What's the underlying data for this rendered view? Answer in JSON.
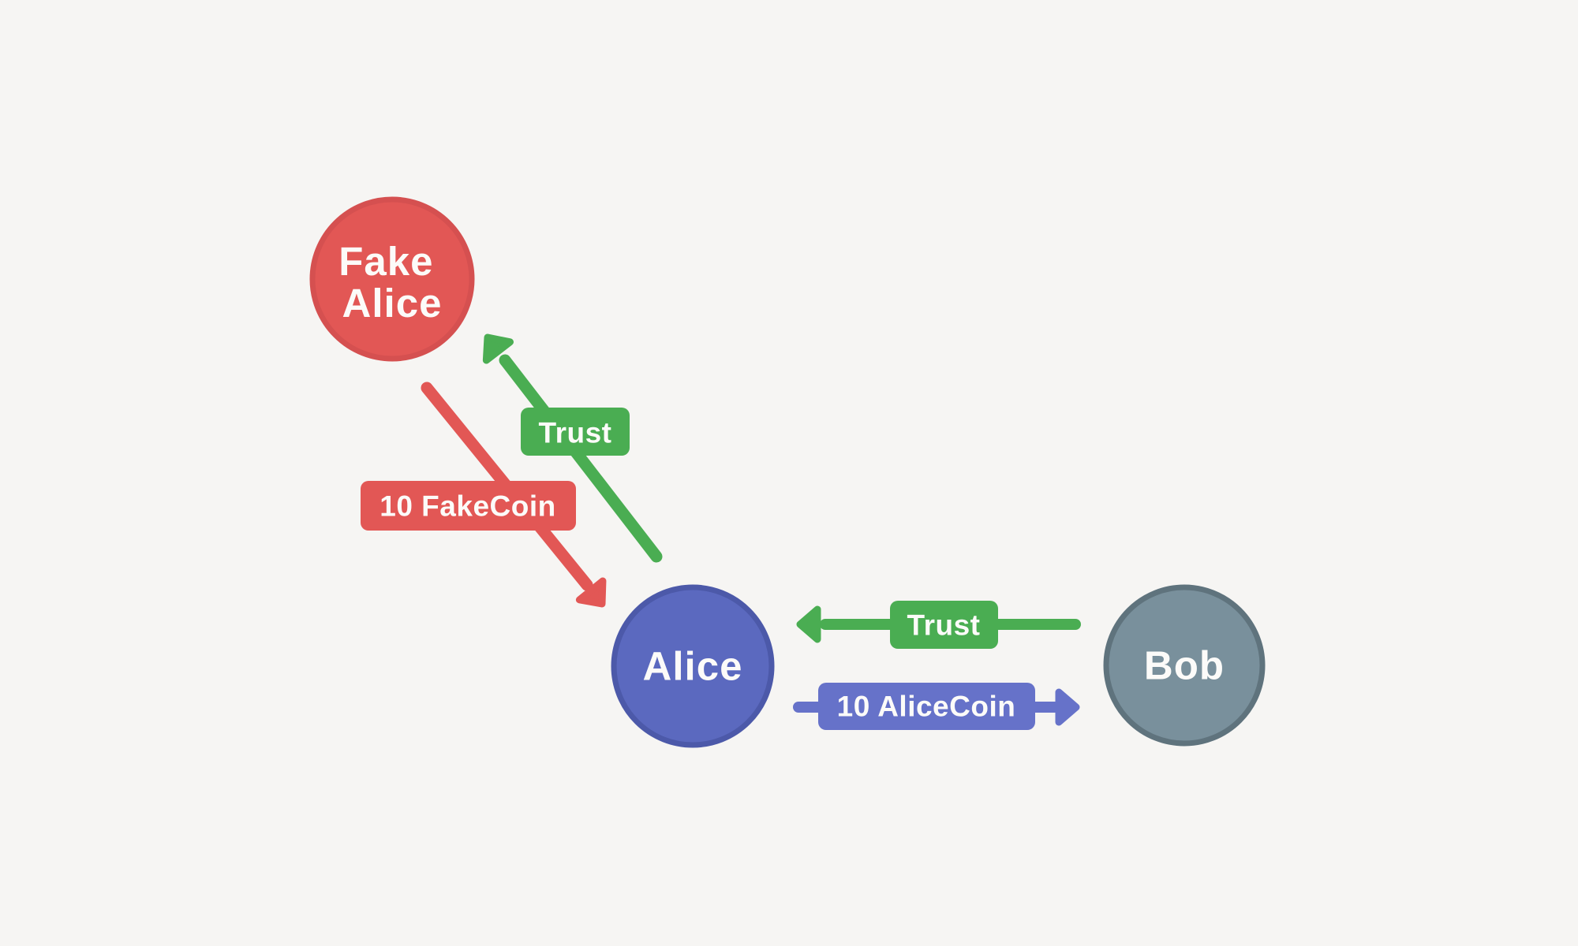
{
  "canvas": {
    "background": "#f6f5f3"
  },
  "palette": {
    "red": "#e25755",
    "red_border": "#d55050",
    "green": "#4aad52",
    "indigo": "#5b69bf",
    "indigo_border": "#4c59a9",
    "blue": "#6672c9",
    "slate": "#79909c",
    "slate_border": "#5f737d",
    "label_text": "#fcfbf9"
  },
  "nodes": {
    "fake_alice": {
      "label": "Fake Alice",
      "line1": "Fake",
      "line2": "Alice"
    },
    "alice": {
      "label": "Alice"
    },
    "bob": {
      "label": "Bob"
    }
  },
  "edges": {
    "trust_alice_to_fake_alice": {
      "label": "Trust",
      "direction": "Alice → Fake Alice"
    },
    "payment_fake_alice_to_alice": {
      "label": "10 FakeCoin",
      "direction": "Fake Alice → Alice"
    },
    "trust_bob_to_alice": {
      "label": "Trust",
      "direction": "Bob → Alice"
    },
    "payment_alice_to_bob": {
      "label": "10 AliceCoin",
      "direction": "Alice → Bob"
    }
  }
}
